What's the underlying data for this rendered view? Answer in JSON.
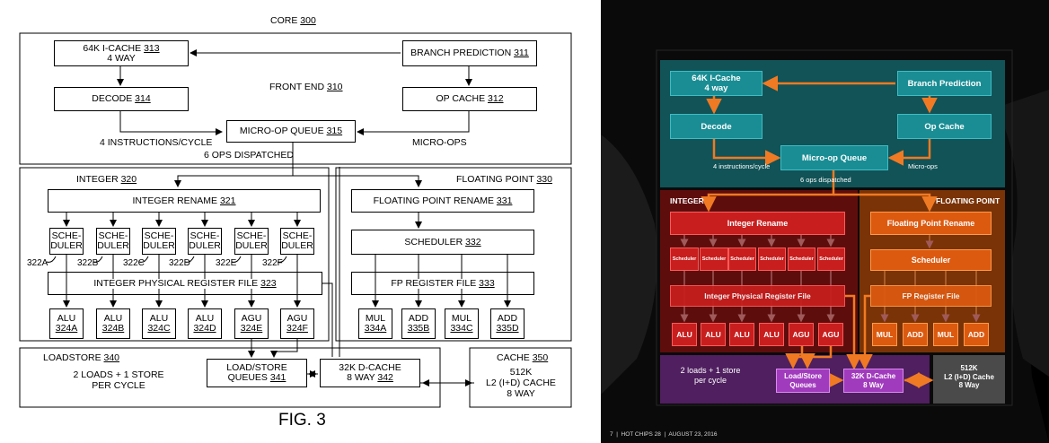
{
  "patent": {
    "core_label": "CORE",
    "core_num": "300",
    "front_end_label": "FRONT END",
    "front_end_num": "310",
    "icache_label": "64K I-CACHE",
    "icache_num": "313",
    "icache_way": "4 WAY",
    "branch_label": "BRANCH PREDICTION",
    "branch_num": "311",
    "decode_label": "DECODE",
    "decode_num": "314",
    "opcache_label": "OP CACHE",
    "opcache_num": "312",
    "uopq_label": "MICRO-OP QUEUE",
    "uopq_num": "315",
    "instr_cycle": "4 INSTRUCTIONS/CYCLE",
    "micro_ops": "MICRO-OPS",
    "ops_dispatched": "6 OPS DISPATCHED",
    "integer_label": "INTEGER",
    "integer_num": "320",
    "fp_label": "FLOATING POINT",
    "fp_num": "330",
    "int_rename_label": "INTEGER RENAME",
    "int_rename_num": "321",
    "fp_rename_label": "FLOATING POINT RENAME",
    "fp_rename_num": "331",
    "schedulers": [
      "SCHE-\nDULER",
      "SCHE-\nDULER",
      "SCHE-\nDULER",
      "SCHE-\nDULER",
      "SCHE-\nDULER",
      "SCHE-\nDULER"
    ],
    "sched_refs": [
      "322A",
      "322B",
      "322C",
      "322D",
      "322E",
      "322F"
    ],
    "fp_sched_label": "SCHEDULER",
    "fp_sched_num": "332",
    "int_prf_label": "INTEGER PHYSICAL REGISTER FILE",
    "int_prf_num": "323",
    "fp_rf_label": "FP REGISTER FILE",
    "fp_rf_num": "333",
    "int_units": [
      {
        "name": "ALU",
        "num": "324A"
      },
      {
        "name": "ALU",
        "num": "324B"
      },
      {
        "name": "ALU",
        "num": "324C"
      },
      {
        "name": "ALU",
        "num": "324D"
      },
      {
        "name": "AGU",
        "num": "324E"
      },
      {
        "name": "AGU",
        "num": "324F"
      }
    ],
    "fp_units": [
      {
        "name": "MUL",
        "num": "334A"
      },
      {
        "name": "ADD",
        "num": "335B"
      },
      {
        "name": "MUL",
        "num": "334C"
      },
      {
        "name": "ADD",
        "num": "335D"
      }
    ],
    "loadstore_label": "LOADSTORE",
    "loadstore_num": "340",
    "loads_text": "2 LOADS + 1 STORE\nPER CYCLE",
    "lsq_label": "LOAD/STORE\nQUEUES",
    "lsq_num": "341",
    "dcache_label": "32K D-CACHE\n8 WAY",
    "dcache_num": "342",
    "cache_label": "CACHE",
    "cache_num": "350",
    "l2_text": "512K\nL2 (I+D) CACHE\n8 WAY",
    "fig_label": "FIG. 3"
  },
  "slide": {
    "icache": "64K I-Cache\n4 way",
    "branch": "Branch Prediction",
    "decode": "Decode",
    "opcache": "Op Cache",
    "uopq": "Micro-op Queue",
    "instr_cycle": "4 instructions/cycle",
    "micro_ops": "Micro-ops",
    "ops_dispatched": "6 ops dispatched",
    "integer_title": "INTEGER",
    "fp_title": "FLOATING POINT",
    "int_rename": "Integer Rename",
    "fp_rename": "Floating Point Rename",
    "scheduler_small": [
      "Scheduler",
      "Scheduler",
      "Scheduler",
      "Scheduler",
      "Scheduler",
      "Scheduler"
    ],
    "fp_scheduler": "Scheduler",
    "int_prf": "Integer Physical Register File",
    "fp_rf": "FP Register File",
    "int_units": [
      "ALU",
      "ALU",
      "ALU",
      "ALU",
      "AGU",
      "AGU"
    ],
    "fp_units": [
      "MUL",
      "ADD",
      "MUL",
      "ADD"
    ],
    "loads_text": "2 loads + 1 store\nper cycle",
    "lsq": "Load/Store\nQueues",
    "dcache": "32K D-Cache\n8 Way",
    "l2": "512K\nL2 (I+D) Cache\n8 Way",
    "footer": "7  |  HOT CHIPS 28  |  AUGUST 23, 2016",
    "colors": {
      "frontend_bg": "#115357",
      "frontend_box": "#1a8d94",
      "integer_bg": "#5e0d0d",
      "integer_box": "#c81e1e",
      "fp_bg": "#7a3306",
      "fp_box": "#dc5a10",
      "loadstore_bg": "#4f1f5f",
      "loadstore_box": "#a13bbd",
      "cache_bg": "#4a4a4a",
      "arrow": "#f07a23"
    }
  }
}
